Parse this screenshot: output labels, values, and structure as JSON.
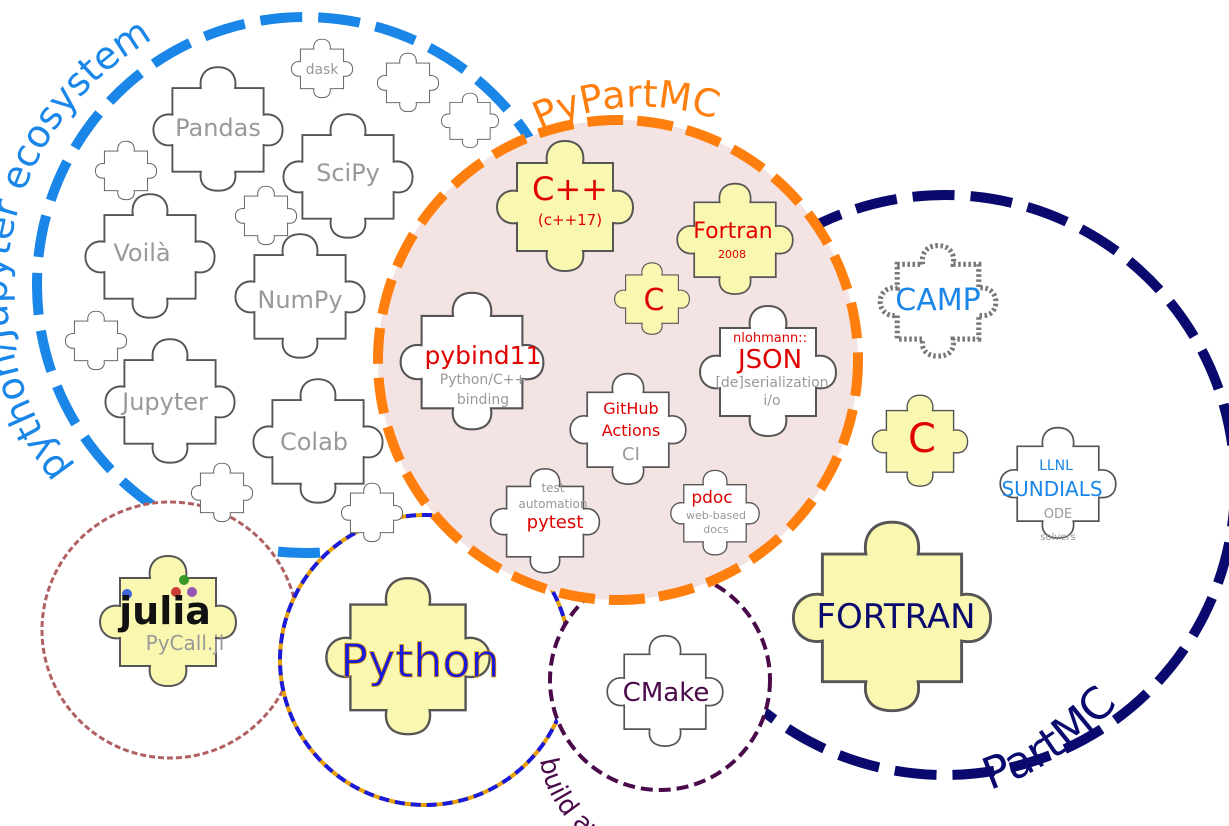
{
  "labels": {
    "python_jupyter_ecosystem": "python/Jupyter ecosystem",
    "pypartmc": "PyPartMC",
    "partmc": "PartMC",
    "build_automation": "build automation"
  },
  "pieces": {
    "dask": "dask",
    "pandas": "Pandas",
    "scipy": "SciPy",
    "voila": "Voilà",
    "numpy": "NumPy",
    "jupyter": "Jupyter",
    "colab": "Colab",
    "cpp": "C++",
    "cpp_version": "(c++17)",
    "fortran2008": "Fortran",
    "fortran_version": "2008",
    "c_inner": "C",
    "pybind11": "pybind11",
    "pybind11_sub1": "Python/C++",
    "pybind11_sub2": "binding",
    "nlohmann": "nlohmann::",
    "json": "JSON",
    "json_sub1": "[de]serialization",
    "json_sub2": "i/o",
    "github": "GitHub",
    "actions": "Actions",
    "ci": "CI",
    "test_sub1": "test",
    "test_sub2": "automation",
    "pytest": "pytest",
    "pdoc": "pdoc",
    "pdoc_sub1": "web-based",
    "pdoc_sub2": "docs",
    "camp": "CAMP",
    "c_outer": "C",
    "llnl": "LLNL",
    "sundials": "SUNDIALS",
    "sundials_sub1": "ODE",
    "sundials_sub2": "solvers",
    "fortran_big": "FORTRAN",
    "julia": "julia",
    "pycall": "PyCall.jl",
    "python": "Python",
    "cmake": "CMake"
  },
  "colors": {
    "python_ecosystem_blue": "#1a86e8",
    "pypartmc_orange": "#ff7f0e",
    "partmc_navy": "#0a0a6e",
    "build_purple": "#4a0a4a",
    "piece_yellow": "#faf7b0",
    "inner_red": "#e00000",
    "label_gray": "#999999"
  }
}
